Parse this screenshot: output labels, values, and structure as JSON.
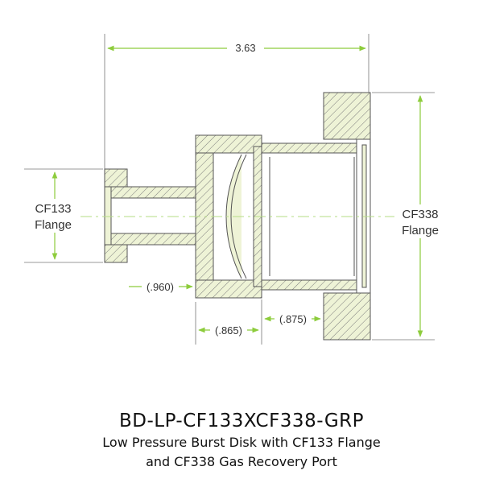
{
  "dimensions": {
    "overall_length": "3.63",
    "cf133_tube_length": "(.960)",
    "disk_holder_length": "(.865)",
    "cf338_port_length": "(.875)"
  },
  "labels": {
    "cf133_line1": "CF133",
    "cf133_line2": "Flange",
    "cf338_line1": "CF338",
    "cf338_line2": "Flange"
  },
  "title": {
    "part_number": "BD-LP-CF133XCF338-GRP",
    "description_line1": "Low Pressure Burst Disk with CF133 Flange",
    "description_line2": "and CF338 Gas Recovery Port"
  },
  "colors": {
    "dimension_line": "#8dcc3c",
    "part_fill": "#eef3d6",
    "hatch": "#6f6f6f",
    "outline": "#555555",
    "centerline": "#b5dd86"
  }
}
